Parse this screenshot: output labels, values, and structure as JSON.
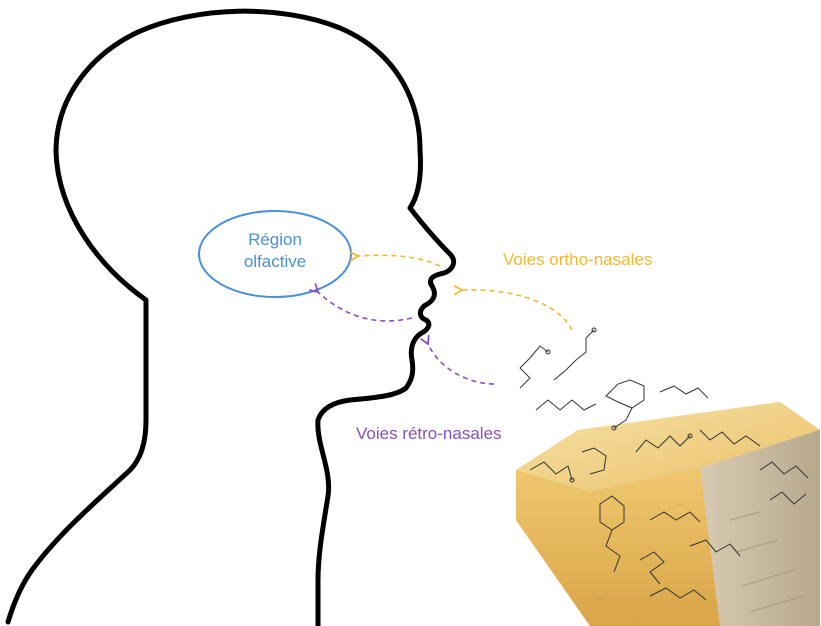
{
  "diagram": {
    "region": {
      "line1": "Région",
      "line2": "olfactive"
    },
    "ortho_label": "Voies ortho-nasales",
    "retro_label": "Voies rétro-nasales"
  },
  "colors": {
    "region": "#4a90d9",
    "ortho": "#f0b930",
    "retro": "#8a4fc0",
    "head_outline": "#000000",
    "cheese_light": "#f3d98a",
    "cheese_mid": "#e3b65a",
    "cheese_rind": "#c9b89a",
    "molecule": "#333333"
  },
  "icons": [
    "head-silhouette-icon",
    "cheese-icon",
    "molecule-icon"
  ]
}
